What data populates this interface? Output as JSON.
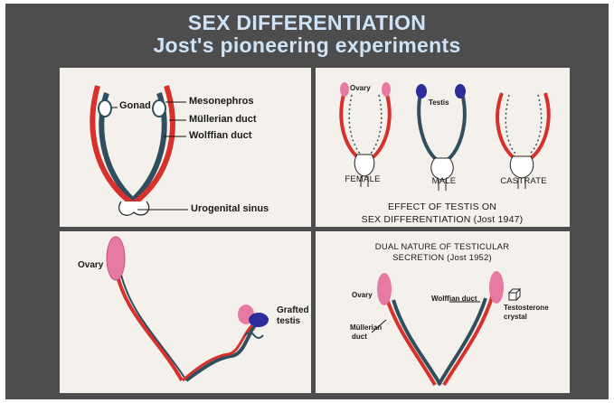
{
  "title": "SEX DIFFERENTIATION",
  "subtitle": "Jost's pioneering experiments",
  "panel1": {
    "gonad": "Gonad",
    "mesonephros": "Mesonephros",
    "mullerian": "Müllerian duct",
    "wolffian": "Wolffian duct",
    "sinus": "Urogenital sinus"
  },
  "panel2": {
    "ovary": "Ovary",
    "testis": "Testis",
    "female": "FEMALE",
    "male": "MALE",
    "castrate": "CASTRATE",
    "caption_1": "EFFECT OF TESTIS ON",
    "caption_2": "SEX DIFFERENTIATION (Jost 1947)"
  },
  "panel3": {
    "ovary": "Ovary",
    "grafted_1": "Grafted",
    "grafted_2": "testis"
  },
  "panel4": {
    "title_1": "DUAL NATURE OF TESTICULAR",
    "title_2": "SECRETION (Jost 1952)",
    "ovary": "Ovary",
    "wolffian": "Wolffian duct",
    "testosterone_1": "Testosterone",
    "testosterone_2": "crystal",
    "mullerian_1": "Müllerian",
    "mullerian_2": "duct"
  },
  "colors": {
    "mullerian": "#d8312b",
    "wolffian": "#2f4f5f",
    "ovary": "#e77aa3",
    "testis": "#2c2d9a",
    "background": "#4d4d4d",
    "title": "#cfe3f7"
  }
}
